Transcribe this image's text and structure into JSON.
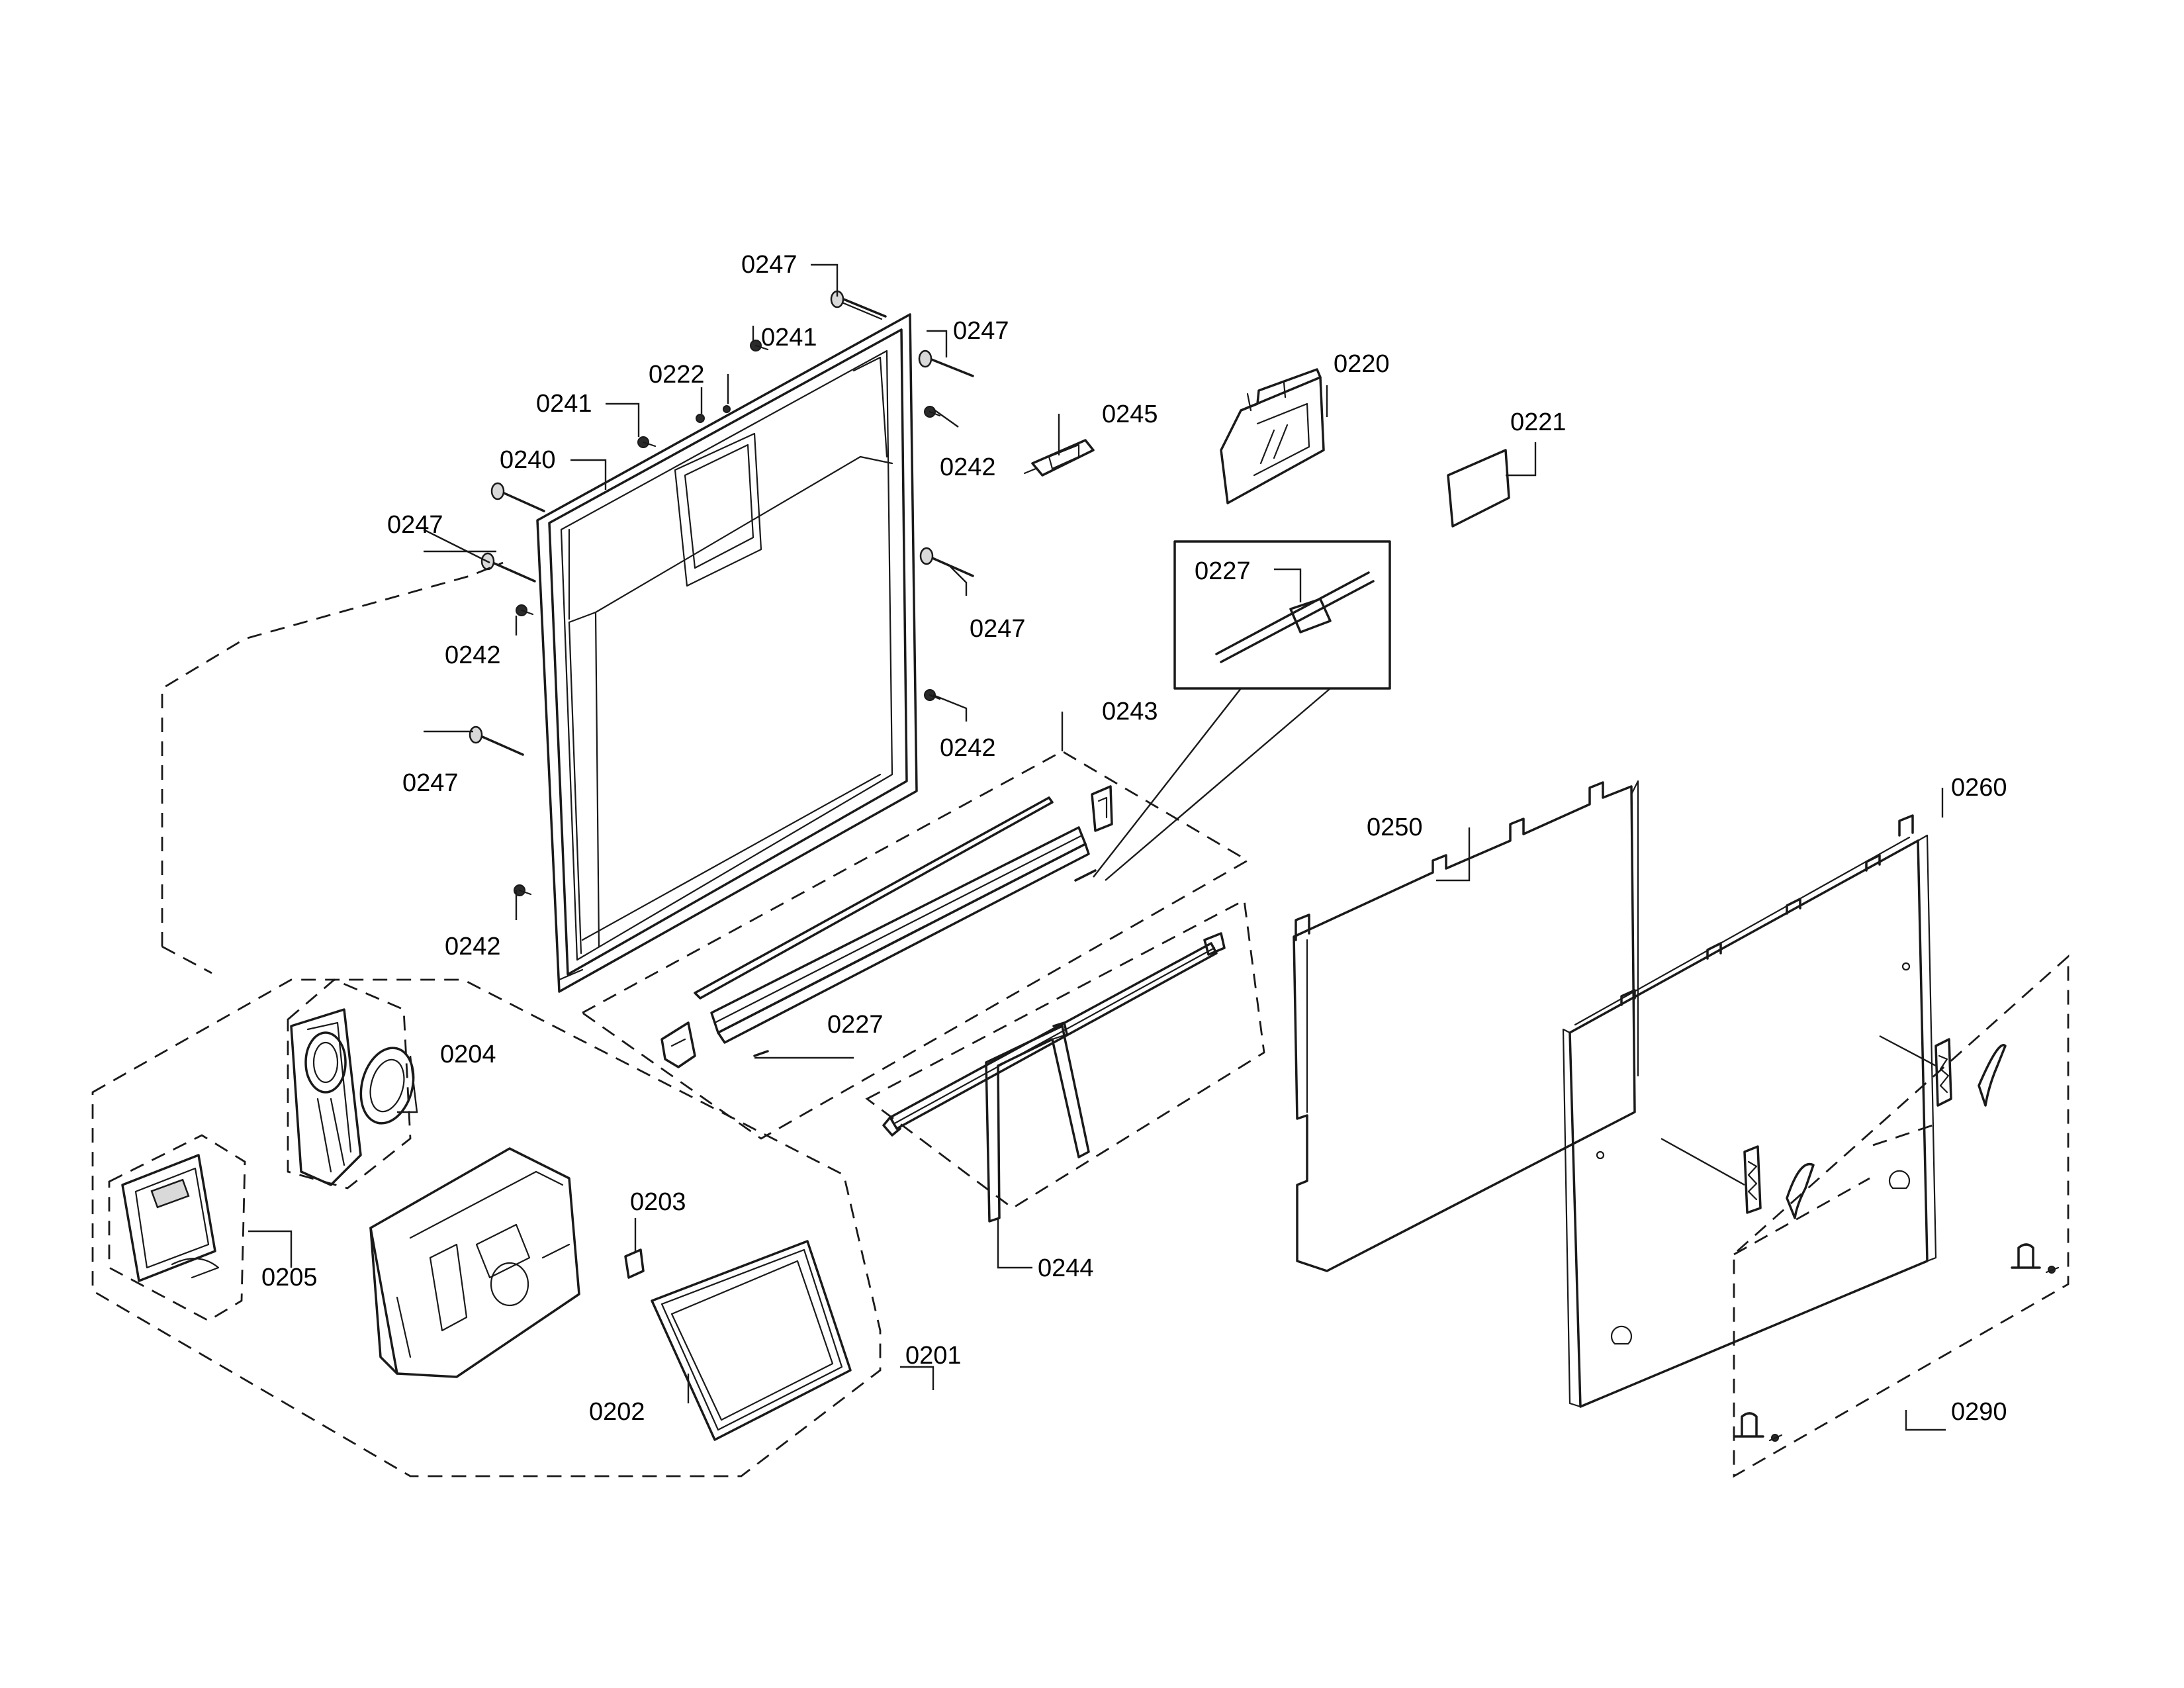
{
  "callouts": {
    "c0247_top": "0247",
    "c0241_top": "0241",
    "c0247_topright": "0247",
    "c0222": "0222",
    "c0241_left": "0241",
    "c0240": "0240",
    "c0242_topright": "0242",
    "c0245": "0245",
    "c0220": "0220",
    "c0221": "0221",
    "c0247_left1": "0247",
    "c0227_inset": "0227",
    "c0242_left1": "0242",
    "c0247_right": "0247",
    "c0242_right": "0242",
    "c0243": "0243",
    "c0247_left2": "0247",
    "c0250": "0250",
    "c0260": "0260",
    "c0242_left2": "0242",
    "c0204": "0204",
    "c0227_lower": "0227",
    "c0203": "0203",
    "c0205": "0205",
    "c0244": "0244",
    "c0201": "0201",
    "c0202": "0202",
    "c0290": "0290"
  }
}
